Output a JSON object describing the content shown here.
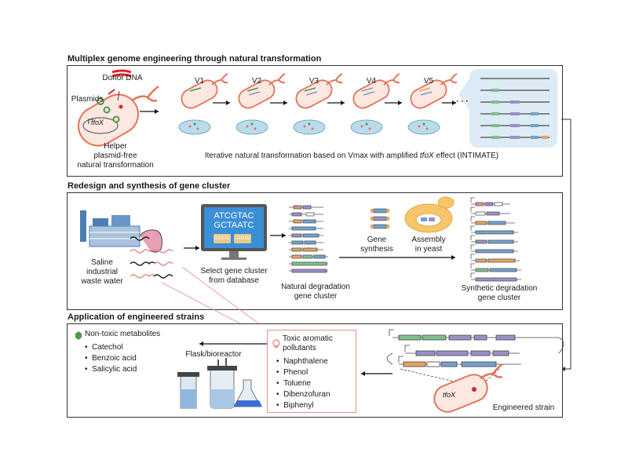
{
  "panel1": {
    "title": "Multiplex genome engineering through natural transformation",
    "donor_dna": "Donor DNA",
    "plasmids": "Plasmids",
    "tfox": "tfoX",
    "helper_line1": "Helper",
    "helper_line2": "plasmid-free",
    "helper_line3": "natural transformation",
    "versions": [
      "V1",
      "V2",
      "V3",
      "V4",
      "V5"
    ],
    "ellipsis": "· · ·",
    "caption_pre": "Iterative natural transformation based on Vmax with amplified ",
    "caption_italic": "tfoX",
    "caption_post": " effect (INTIMATE)"
  },
  "panel2": {
    "title": "Redesign and synthesis of gene cluster",
    "waste_line1": "Saline",
    "waste_line2": "industrial",
    "waste_line3": "waste water",
    "screen_line1": "ATCGTAC",
    "screen_line2": "GCTAATC",
    "db_btn1": "01010",
    "db_btn2": "01010",
    "select_line1": "Select gene cluster",
    "select_line2": "from database",
    "natural_line1": "Natural degradation",
    "natural_line2": "gene cluster",
    "gene_syn_line1": "Gene",
    "gene_syn_line2": "synthesis",
    "assembly_line1": "Assembly",
    "assembly_line2": "in yeast",
    "synthetic_line1": "Synthetic degradation",
    "synthetic_line2": "gene cluster"
  },
  "panel3": {
    "title": "Application of engineered strains",
    "nontoxic_title": "Non-toxic metabolites",
    "nontoxic_items": [
      "Catechol",
      "Benzoic acid",
      "Salicylic acid"
    ],
    "flask": "Flask/bioreactor",
    "toxic_title_line1": "Toxic aromatic",
    "toxic_title_line2": "pollutants",
    "toxic_items": [
      "Naphthalene",
      "Phenol",
      "Toluene",
      "Dibenzofuran",
      "Biphenyl"
    ],
    "engineered": "Engineered strain",
    "tfox": "tfoX"
  },
  "colors": {
    "cell_outline": "#e5735a",
    "cell_fill": "#fde8e1",
    "plate": "#b9dcec",
    "gene_green": "#7fbf8a",
    "gene_purple": "#9b8fc6",
    "gene_blue": "#6fa3cf",
    "gene_orange": "#e6a35c",
    "gene_pink": "#e58e8a",
    "inset_bg": "#dcebf5",
    "yeast": "#f7c66b"
  }
}
